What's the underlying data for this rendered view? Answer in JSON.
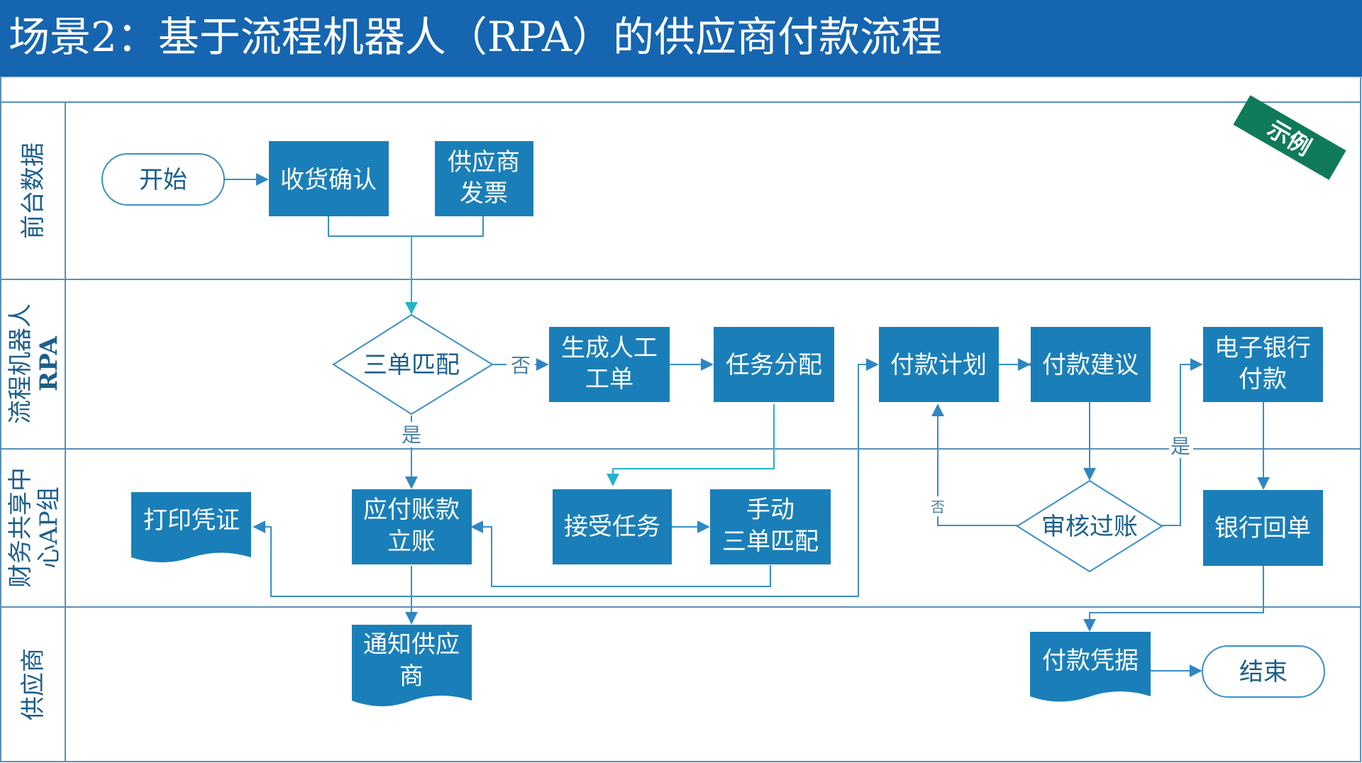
{
  "title": "场景2：基于流程机器人（RPA）的供应商付款流程",
  "badge": "示例",
  "colors": {
    "header": "#1565b0",
    "node": "#1a7fb8",
    "line": "#3a8fc7",
    "text_dark": "#1c5e8c",
    "badge": "#0f7a5a"
  },
  "lanes": [
    {
      "line1": "前台数据",
      "line2": ""
    },
    {
      "line1": "流程机器人",
      "line2": "RPA"
    },
    {
      "line1": "财务共享中",
      "line2": "心AP组"
    },
    {
      "line1": "供应商",
      "line2": ""
    }
  ],
  "nodes": {
    "start": "开始",
    "receipt_confirm": "收货确认",
    "supplier_invoice": [
      "供应商",
      "发票"
    ],
    "three_way_match": "三单匹配",
    "manual_ticket": [
      "生成人工",
      "工单"
    ],
    "task_assign": "任务分配",
    "payment_plan": "付款计划",
    "payment_suggest": "付款建议",
    "ebank_pay": [
      "电子银行",
      "付款"
    ],
    "print_voucher": "打印凭证",
    "ap_posting": [
      "应付账款",
      "立账"
    ],
    "accept_task": "接受任务",
    "manual_match": [
      "手动",
      "三单匹配"
    ],
    "review_post": "审核过账",
    "bank_receipt": "银行回单",
    "notify_supplier": [
      "通知供应",
      "商"
    ],
    "payment_proof": "付款凭据",
    "end": "结束"
  },
  "labels": {
    "no_1": "否",
    "yes_1": "是",
    "no_2": "否",
    "yes_2": "是"
  }
}
